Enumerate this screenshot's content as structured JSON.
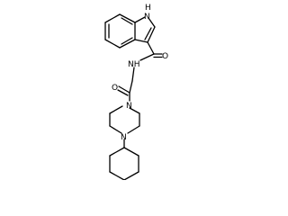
{
  "molecule": {
    "atom_labels": {
      "indole_nh": "H",
      "indole_n": "N",
      "amide_o": "O",
      "amide_nh": "NH",
      "ketone_o": "O",
      "piperazine_n1": "N",
      "piperazine_n4": "N"
    }
  }
}
